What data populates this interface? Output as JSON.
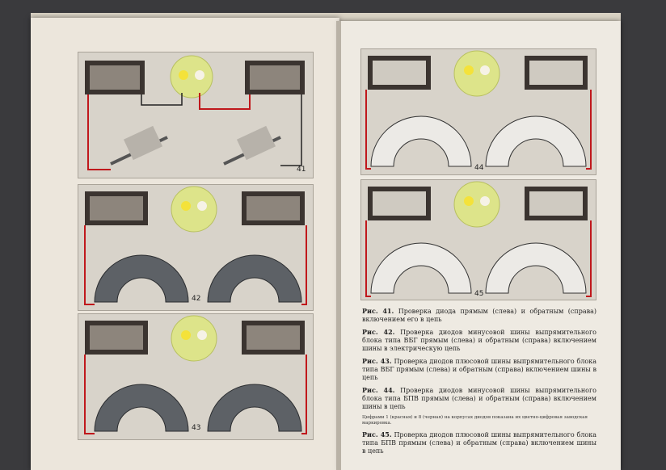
{
  "figures": [
    {
      "id": "41",
      "label": "41"
    },
    {
      "id": "42",
      "label": "42"
    },
    {
      "id": "43",
      "label": "43"
    },
    {
      "id": "44",
      "label": "44"
    },
    {
      "id": "45",
      "label": "45"
    }
  ],
  "captions": [
    {
      "prefix": "Рис. 41.",
      "text": "Проверка диода прямым (слева) и обратным (справа) включением его в цепь"
    },
    {
      "prefix": "Рис. 42.",
      "text": "Проверка диодов минусовой шины выпрямительного блока типа ВБГ прямым (слева) и обратным (справа) включением шины в электрическую цепь"
    },
    {
      "prefix": "Рис. 43.",
      "text": "Проверка диодов плюсовой шины выпрямительного блока типа ВБГ прямым (слева) и обратным (справа) включением шины в цепь"
    },
    {
      "prefix": "Рис. 44.",
      "text": "Проверка диодов минусовой шины выпрямительного блока типа БПВ прямым (слева) и обратным (справа) включением шины в цепь"
    },
    {
      "note": "Цифрами 1 (красная) и 8 (черная) на корпусах диодов показана их цветно-цифровая заводская маркировка."
    },
    {
      "prefix": "Рис. 45.",
      "text": "Проверка диодов плюсовой шины выпрямительного блока типа БПВ прямым (слева) и обратным (справа) включением шины в цепь"
    }
  ]
}
